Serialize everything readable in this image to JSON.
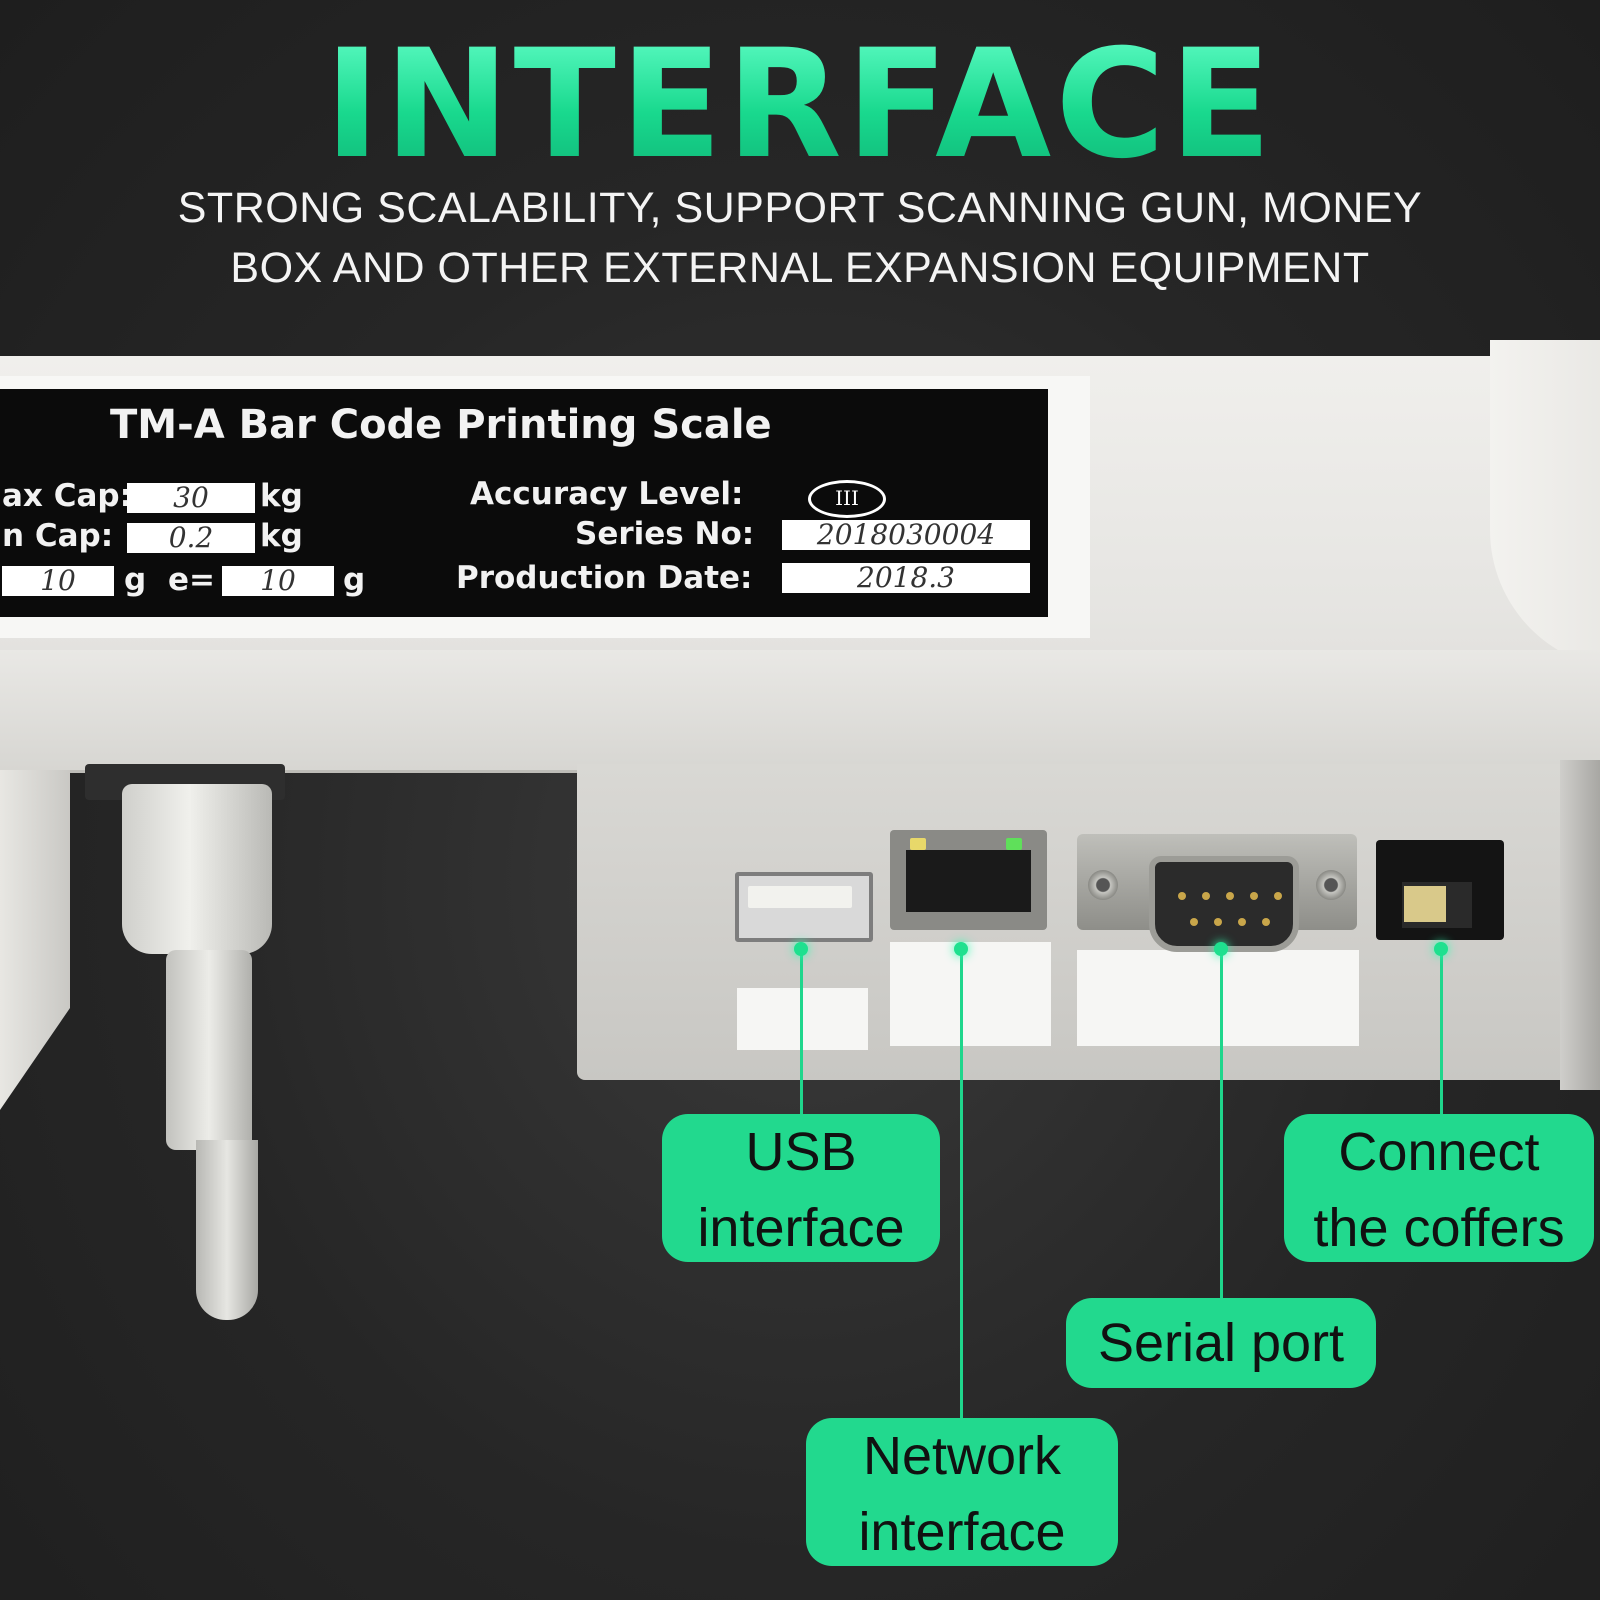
{
  "header": {
    "title": "INTERFACE",
    "subtitle_line1": "STRONG SCALABILITY, SUPPORT SCANNING GUN, MONEY",
    "subtitle_line2": "BOX AND OTHER EXTERNAL EXPANSION EQUIPMENT"
  },
  "nameplate": {
    "title": "TM-A  Bar Code Printing Scale",
    "max_cap_label": "ax Cap:",
    "max_cap_value": "30",
    "min_cap_label": "n  Cap:",
    "min_cap_value": "0.2",
    "cap_unit": "kg",
    "d_value": "10",
    "e_label": "e=",
    "e_value": "10",
    "g_unit": "g",
    "accuracy_label": "Accuracy Level:",
    "accuracy_value": "III",
    "series_label": "Series No:",
    "series_value": "2018030004",
    "date_label": "Production Date:",
    "date_value": "2018.3"
  },
  "callouts": {
    "usb": [
      "USB",
      "interface"
    ],
    "network": [
      "Network",
      "interface"
    ],
    "serial": "Serial port",
    "coffers": [
      "Connect",
      "the coffers"
    ]
  },
  "colors": {
    "accent_green": "#22d98e",
    "title_green": "#19d98e",
    "background": "#262626"
  }
}
